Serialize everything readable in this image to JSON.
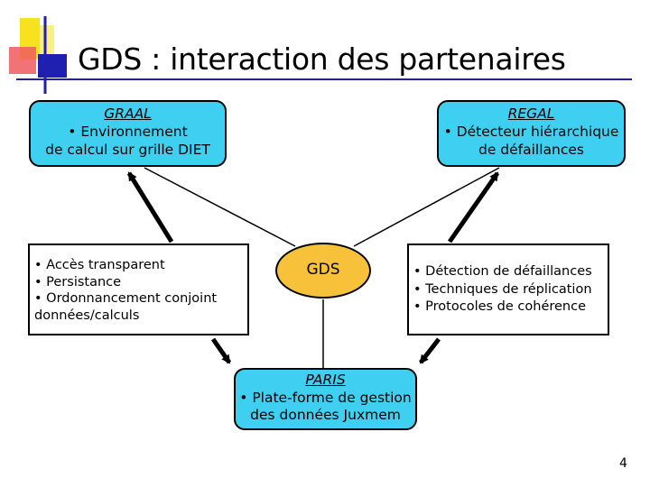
{
  "title": "GDS : interaction des partenaires",
  "nodes": {
    "graal": {
      "name": "GRAAL",
      "lines": [
        "• Environnement",
        "de calcul sur grille DIET"
      ]
    },
    "regal": {
      "name": "REGAL",
      "lines": [
        "• Détecteur hiérarchique",
        "de défaillances"
      ]
    },
    "gds": {
      "name": "GDS"
    },
    "paris": {
      "name": "PARIS",
      "lines": [
        "• Plate-forme de gestion",
        "des données Juxmem"
      ]
    }
  },
  "left_features": {
    "items": [
      "• Accès transparent",
      "• Persistance",
      "• Ordonnancement conjoint"
    ],
    "continuation": "données/calculs"
  },
  "right_features": {
    "items": [
      "• Détection de défaillances",
      "• Techniques de réplication",
      "• Protocoles de cohérence"
    ]
  },
  "page_number": "4",
  "colors": {
    "partner_box": "#3fcff0",
    "gds_ellipse": "#f7c23a",
    "deco_yellow": "#f6e21f",
    "deco_red": "#ef5a5f",
    "deco_blue": "#1f1fb0"
  }
}
